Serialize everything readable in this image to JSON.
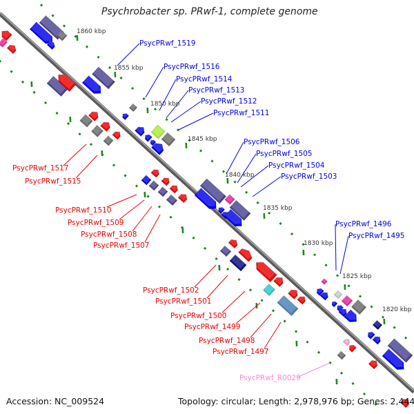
{
  "title": "Psychrobacter sp. PRwf-1, complete genome",
  "footer": {
    "accession": "Accession: NC_009524",
    "summary": "Topology: circular; Length: 2,978,976 bp; Genes: 2,444"
  },
  "colors": {
    "forward_label": "#0000ee",
    "reverse_label": "#ee0000",
    "rna_label": "#ff88cc",
    "backbone": "#808080",
    "tick": "#1a8a1a"
  },
  "ticks": [
    {
      "label": "1860 kbp"
    },
    {
      "label": "1855 kbp"
    },
    {
      "label": "1850 kbp"
    },
    {
      "label": "1845 kbp"
    },
    {
      "label": "1840 kbp"
    },
    {
      "label": "1835 kbp"
    },
    {
      "label": "1830 kbp"
    },
    {
      "label": "1825 kbp"
    },
    {
      "label": "1820 kbp"
    }
  ],
  "forward_labels": [
    {
      "text": "PsycPRwf_1519"
    },
    {
      "text": "PsycPRwf_1516"
    },
    {
      "text": "PsycPRwf_1514"
    },
    {
      "text": "PsycPRwf_1513"
    },
    {
      "text": "PsycPRwf_1512"
    },
    {
      "text": "PsycPRwf_1511"
    },
    {
      "text": "PsycPRwf_1506"
    },
    {
      "text": "PsycPRwf_1505"
    },
    {
      "text": "PsycPRwf_1504"
    },
    {
      "text": "PsycPRwf_1503"
    },
    {
      "text": "PsycPRwf_1496"
    },
    {
      "text": "PsycPRwf_1495"
    }
  ],
  "reverse_labels": [
    {
      "text": "PsycPRwf_1517"
    },
    {
      "text": "PsycPRwf_1515"
    },
    {
      "text": "PsycPRwf_1510"
    },
    {
      "text": "PsycPRwf_1509"
    },
    {
      "text": "PsycPRwf_1508"
    },
    {
      "text": "PsycPRwf_1507"
    },
    {
      "text": "PsycPRwf_1502"
    },
    {
      "text": "PsycPRwf_1501"
    },
    {
      "text": "PsycPRwf_1500"
    },
    {
      "text": "PsycPRwf_1499"
    },
    {
      "text": "PsycPRwf_1498"
    },
    {
      "text": "PsycPRwf_1497"
    }
  ],
  "rna_labels": [
    {
      "text": "PsycPRwf_R0029"
    }
  ]
}
